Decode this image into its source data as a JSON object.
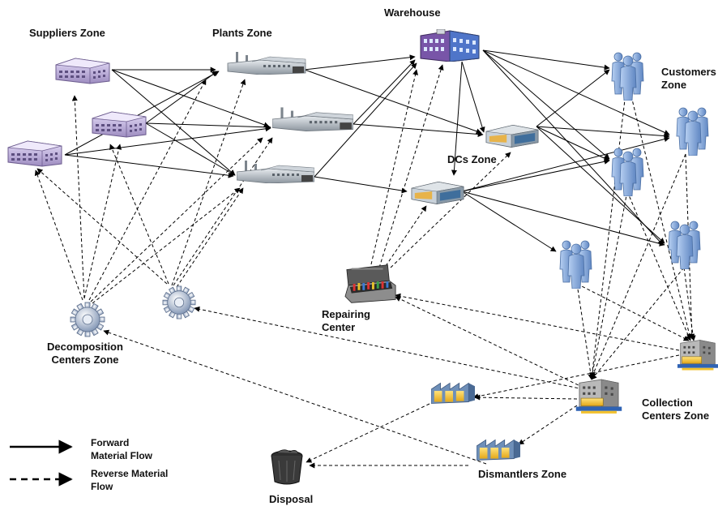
{
  "zones": {
    "suppliers": "Suppliers Zone",
    "plants": "Plants Zone",
    "warehouse": "Warehouse",
    "dcs": "DCs Zone",
    "customers_line1": "Customers",
    "customers_line2": "Zone",
    "repairing_line1": "Repairing",
    "repairing_line2": "Center",
    "decomposition_line1": "Decomposition",
    "decomposition_line2": "Centers Zone",
    "collection_line1": "Collection",
    "collection_line2": "Centers Zone",
    "dismantlers": "Dismantlers Zone",
    "disposal": "Disposal"
  },
  "legend": {
    "forward_line1": "Forward",
    "forward_line2": "Material Flow",
    "reverse_line1": "Reverse Material",
    "reverse_line2": "Flow"
  },
  "icons": {
    "supplier": "supplier-building-icon",
    "plant": "factory-icon",
    "warehouse": "warehouse-building-icon",
    "dc": "distribution-center-icon",
    "customer": "customer-group-icon",
    "repair": "toolbox-icon",
    "decomposition": "gear-icon",
    "collection": "collection-building-icon",
    "dismantler": "dismantler-building-icon",
    "disposal": "trash-bin-icon"
  },
  "colors": {
    "line": "#000000",
    "supplier": "#b9a9cf",
    "plant": "#a8b0b8",
    "warehouse": "#6b4a9a",
    "customer": "#8fb2e0",
    "gear": "#9fb0c8",
    "dismantler": "#f2c12e"
  }
}
